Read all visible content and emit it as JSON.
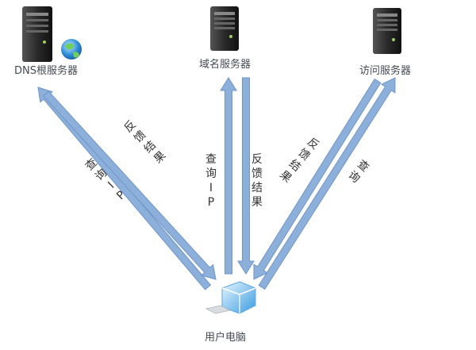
{
  "nodes": {
    "dns_root": {
      "label": "DNS根服务器"
    },
    "domain": {
      "label": "域名服务器"
    },
    "access": {
      "label": "访问服务器"
    },
    "user": {
      "label": "用户电脑"
    }
  },
  "edges": {
    "left_query": {
      "label": "查询IP"
    },
    "left_feedback": {
      "label": "反馈结果"
    },
    "mid_query": {
      "label": "查询IP"
    },
    "mid_feedback": {
      "label": "反馈结果"
    },
    "right_feedback": {
      "label": "反馈结果"
    },
    "right_query": {
      "label": "查询"
    }
  },
  "colors": {
    "arrow": "#8db0db",
    "arrow_edge": "#6f95c9",
    "server_body": "#2c2c2c",
    "globe": "#2f8fd8"
  }
}
